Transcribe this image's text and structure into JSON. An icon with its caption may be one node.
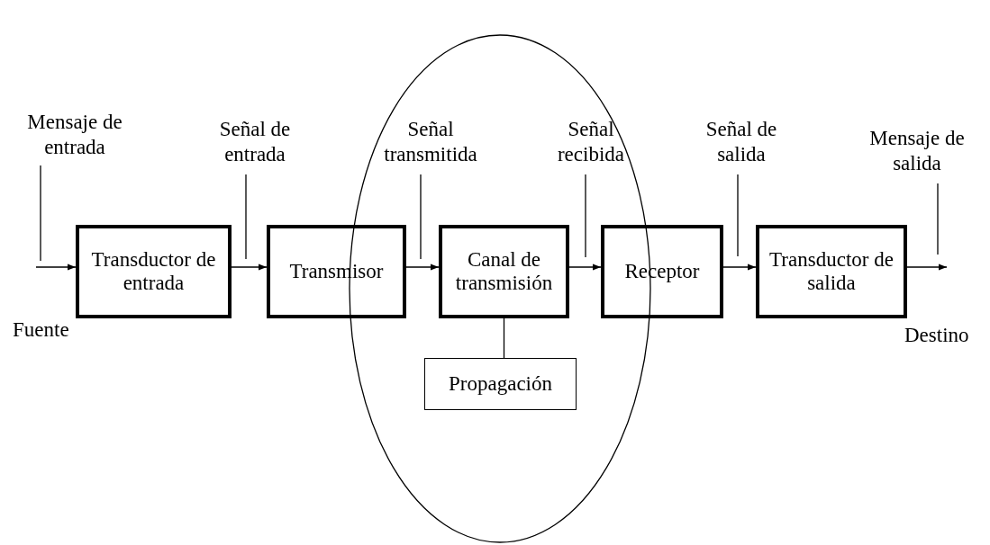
{
  "diagram": {
    "nodes": [
      {
        "text": [
          "Mensaje de entrada"
        ]
      },
      {
        "text": [
          "Señal de entrada"
        ]
      },
      {
        "text": [],
        "shape": "ellipse"
      },
      {
        "text": [
          "Señal transmitida"
        ],
        "in": 2
      },
      {
        "text": [
          "Señal recibida"
        ],
        "in": 2
      },
      {
        "text": [
          "Señal de salida"
        ]
      },
      {
        "text": [
          "Mensaje de salida"
        ]
      },
      {
        "text": [
          "Transductor de entrada"
        ]
      },
      {
        "text": [
          "Transmisor"
        ]
      },
      {
        "text": [
          "Canal de transmisión"
        ],
        "in": 2
      },
      {
        "text": [
          "Receptor"
        ]
      },
      {
        "text": [
          "Transductor de salida"
        ]
      },
      {
        "text": [
          "Propagación"
        ],
        "in": 2
      }
    ],
    "edges": [
      {
        "from": null,
        "to": 7,
        "arrow": "to"
      },
      {
        "from": 7,
        "to": 8,
        "arrow": "to"
      },
      {
        "from": 8,
        "to": 9,
        "arrow": "to"
      },
      {
        "from": 9,
        "to": 10,
        "arrow": "to"
      },
      {
        "from": 10,
        "to": 11,
        "arrow": "to"
      },
      {
        "from": 11,
        "to": null,
        "arrow": "to"
      },
      {
        "from": 9,
        "to": 12,
        "arrow": "none"
      },
      {
        "from": 0,
        "to": null,
        "arrow": "none"
      },
      {
        "from": 1,
        "to": null,
        "arrow": "none"
      },
      {
        "from": 3,
        "to": null,
        "arrow": "none"
      },
      {
        "from": 4,
        "to": null,
        "arrow": "none"
      },
      {
        "from": 5,
        "to": null,
        "arrow": "none"
      },
      {
        "from": 6,
        "to": null,
        "arrow": "none"
      }
    ],
    "labels": [
      "Fuente",
      "Destino"
    ]
  }
}
